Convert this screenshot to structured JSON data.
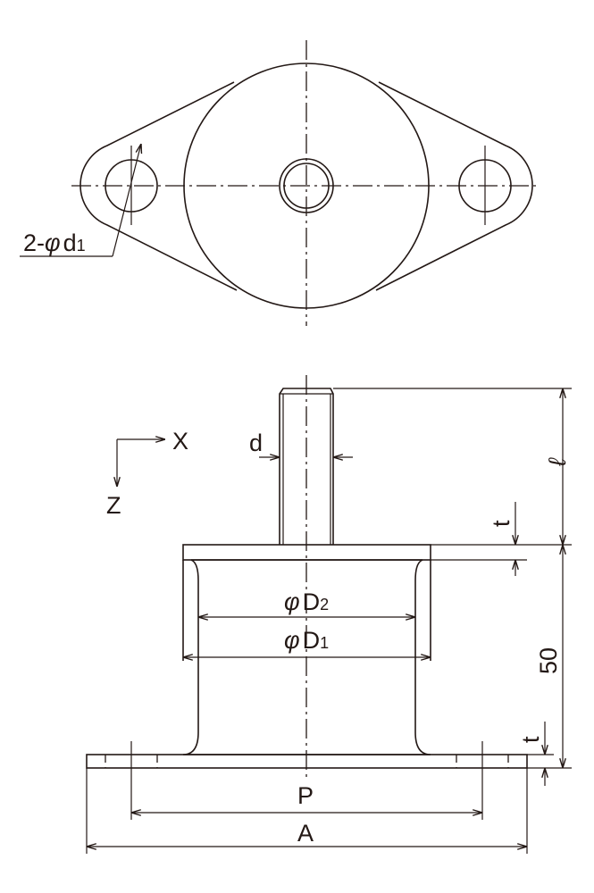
{
  "colors": {
    "line": "#231815",
    "rubber": "#f5dde6"
  },
  "top_view": {
    "hole_callout": {
      "prefix": "2-",
      "phi": "φ",
      "letter": "d",
      "subscript": "1"
    }
  },
  "side_view": {
    "axes": {
      "x": "X",
      "z": "Z"
    },
    "stud_diameter": "d",
    "stud_length": "ℓ",
    "plate_thickness_top": "t",
    "plate_thickness_bottom": "t",
    "d2": {
      "phi": "φ",
      "letter": "D",
      "subscript": "2"
    },
    "d1": {
      "phi": "φ",
      "letter": "D",
      "subscript": "1"
    },
    "height": "50",
    "pitch": "P",
    "overall_length": "A"
  }
}
